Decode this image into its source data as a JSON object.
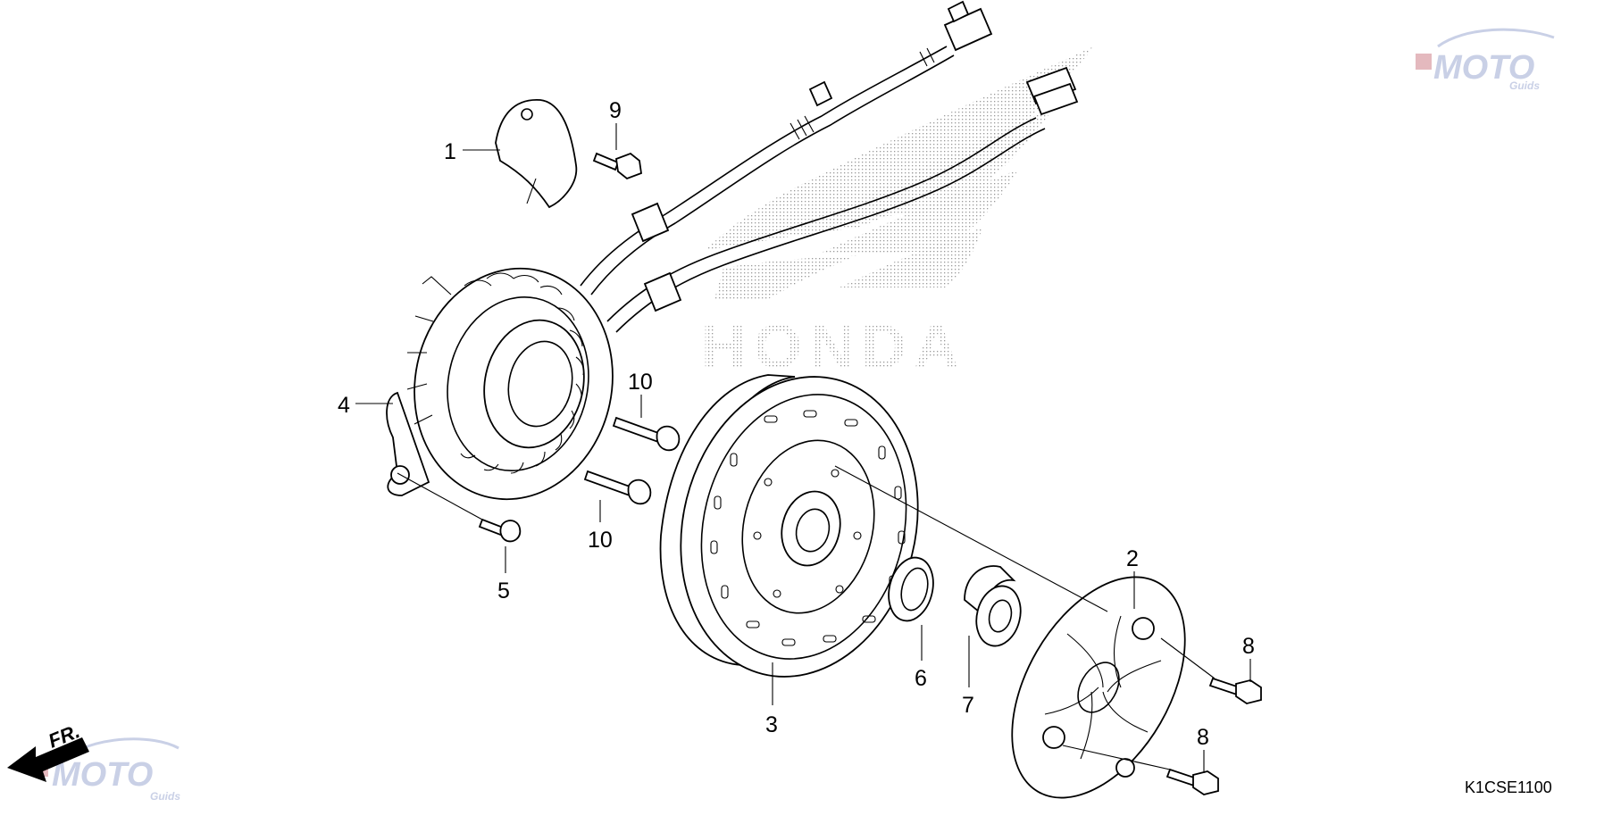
{
  "diagram": {
    "code": "K1CSE1100",
    "front_label": "FR.",
    "brand_wordmark": "HONDA",
    "watermark": {
      "text": "MOTO",
      "subtext": "Guids",
      "color": "#c4cbe4",
      "accent": "#e2b2b8"
    },
    "callouts": [
      {
        "id": "1",
        "label": "1"
      },
      {
        "id": "2",
        "label": "2"
      },
      {
        "id": "3",
        "label": "3"
      },
      {
        "id": "4",
        "label": "4"
      },
      {
        "id": "5",
        "label": "5"
      },
      {
        "id": "6",
        "label": "6"
      },
      {
        "id": "7",
        "label": "7"
      },
      {
        "id": "8a",
        "label": "8"
      },
      {
        "id": "8b",
        "label": "8"
      },
      {
        "id": "9",
        "label": "9"
      },
      {
        "id": "10a",
        "label": "10"
      },
      {
        "id": "10b",
        "label": "10"
      }
    ]
  }
}
